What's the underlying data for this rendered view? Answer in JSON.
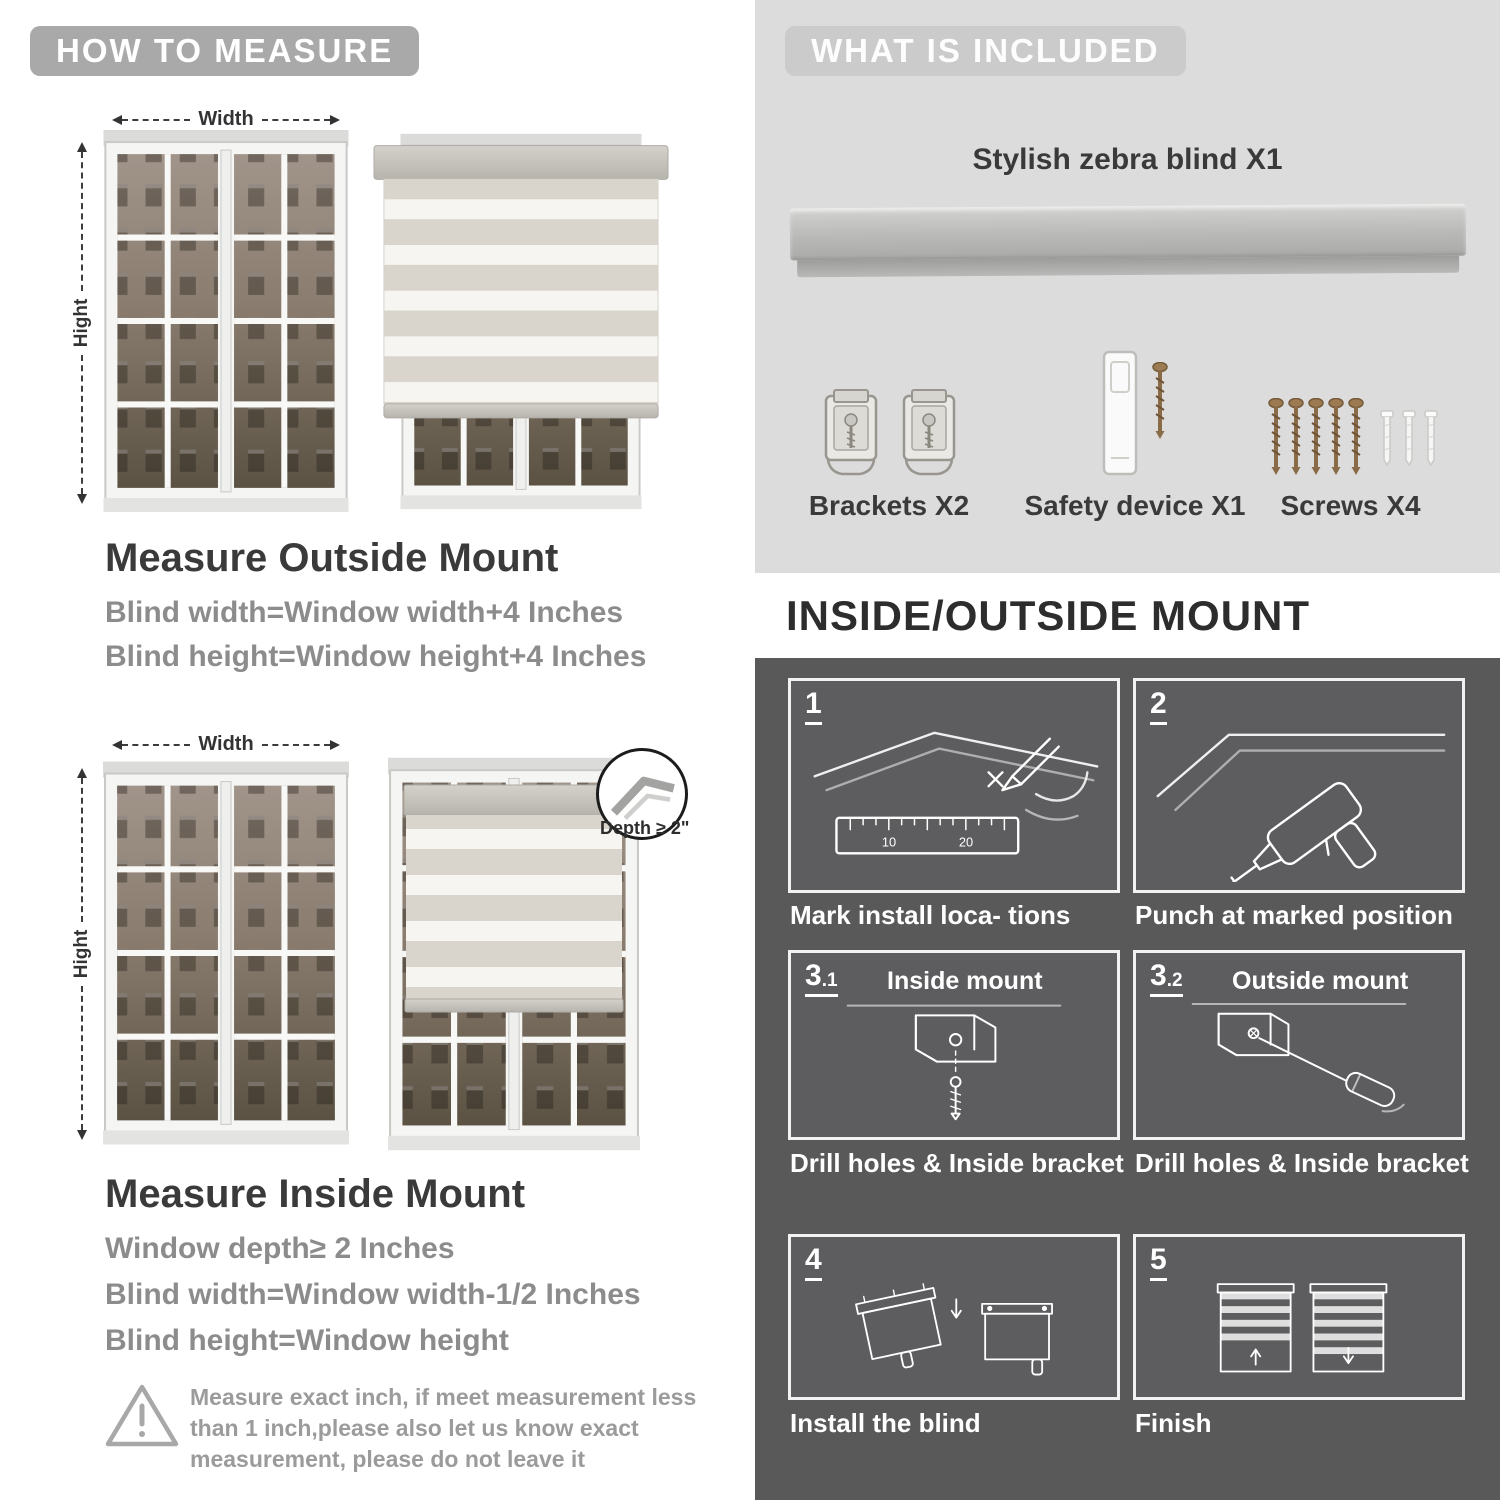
{
  "colors": {
    "badge_gray": "#a9a9a9",
    "light_panel": "#dcdcdc",
    "dark_panel": "#595959",
    "heading_text": "#3a3a3a",
    "body_text": "#8c8c8c",
    "caption_white": "#ffffff"
  },
  "how_to_measure": {
    "badge": "HOW TO MEASURE",
    "outside_mount": {
      "width_label": "Width",
      "height_label": "Hight",
      "heading": "Measure Outside Mount",
      "lines": [
        "Blind width=Window width+4 Inches",
        "Blind height=Window height+4 Inches"
      ]
    },
    "inside_mount": {
      "width_label": "Width",
      "height_label": "Hight",
      "depth_callout": "Depth ≥ 2\"",
      "heading": "Measure Inside Mount",
      "lines": [
        "Window depth≥ 2 Inches",
        "Blind width=Window width-1/2 Inches",
        "Blind height=Window height"
      ]
    },
    "note": {
      "icon": "warning-triangle",
      "lines": [
        "Measure exact inch, if meet measurement less",
        "than 1 inch,please also let us know exact",
        "measurement, please do not leave it"
      ]
    }
  },
  "what_is_included": {
    "badge": "WHAT IS INCLUDED",
    "product": "Stylish zebra blind X1",
    "items": [
      {
        "icon": "brackets-icon",
        "label": "Brackets X2"
      },
      {
        "icon": "safety-device-icon",
        "label": "Safety device X1"
      },
      {
        "icon": "screws-icon",
        "label": "Screws X4"
      }
    ]
  },
  "mount_guide": {
    "heading": "INSIDE/OUTSIDE MOUNT",
    "steps": [
      {
        "num": "1",
        "num_sub": "",
        "title": "",
        "caption": "Mark install loca- tions"
      },
      {
        "num": "2",
        "num_sub": "",
        "title": "",
        "caption": "Punch at  marked position"
      },
      {
        "num": "3",
        "num_sub": ".1",
        "title": "Inside mount",
        "caption": "Drill holes &  Inside bracket"
      },
      {
        "num": "3",
        "num_sub": ".2",
        "title": "Outside mount",
        "caption": "Drill holes &  Inside bracket"
      },
      {
        "num": "4",
        "num_sub": "",
        "title": "",
        "caption": "Install the blind"
      },
      {
        "num": "5",
        "num_sub": "",
        "title": "",
        "caption": "Finish"
      }
    ]
  }
}
